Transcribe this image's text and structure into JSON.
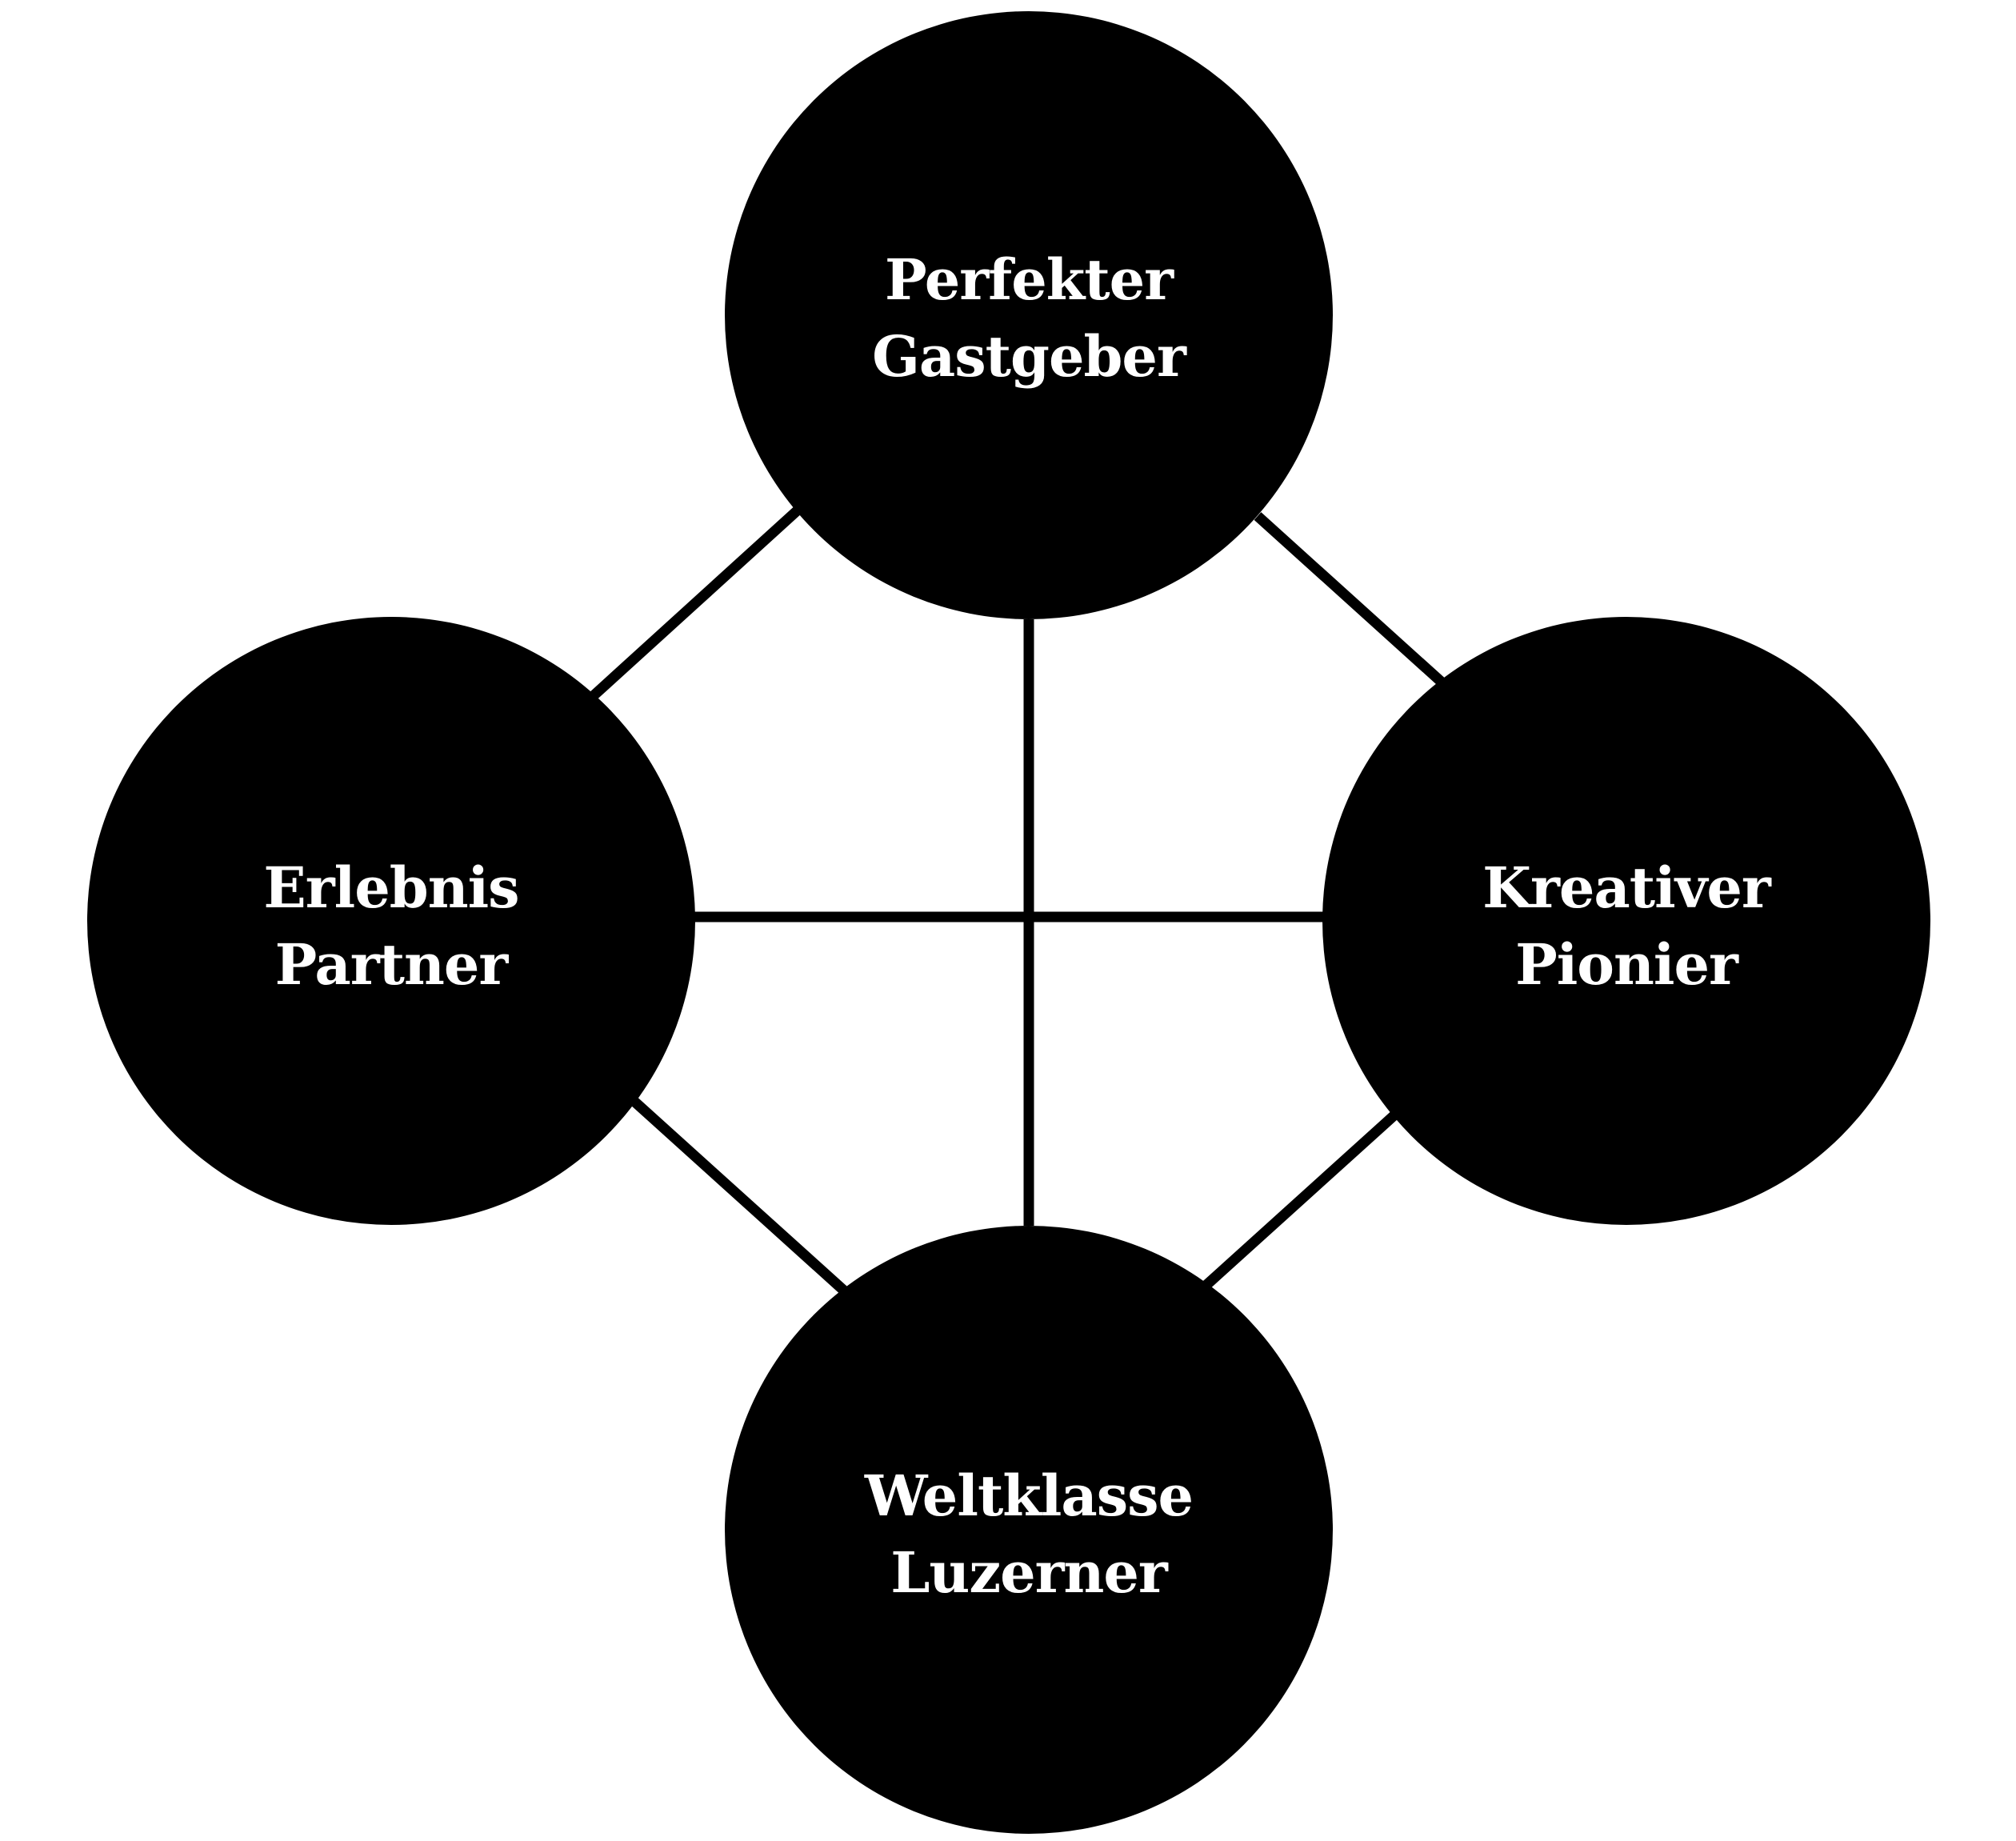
{
  "colors": {
    "background": "#ffffff",
    "node_fill": "#000000",
    "label_text": "#ffffff",
    "connector": "#000000"
  },
  "nodes": {
    "top": {
      "line1": "Perfekter",
      "line2": "Gastgeber"
    },
    "left": {
      "line1": "Erlebnis",
      "line2": "Partner"
    },
    "right": {
      "line1": "Kreativer",
      "line2": "Pionier"
    },
    "bottom": {
      "line1": "Weltklasse",
      "line2": "Luzerner"
    }
  },
  "connections": [
    [
      "top",
      "left"
    ],
    [
      "top",
      "right"
    ],
    [
      "top",
      "bottom"
    ],
    [
      "left",
      "right"
    ],
    [
      "left",
      "bottom"
    ],
    [
      "right",
      "bottom"
    ]
  ]
}
